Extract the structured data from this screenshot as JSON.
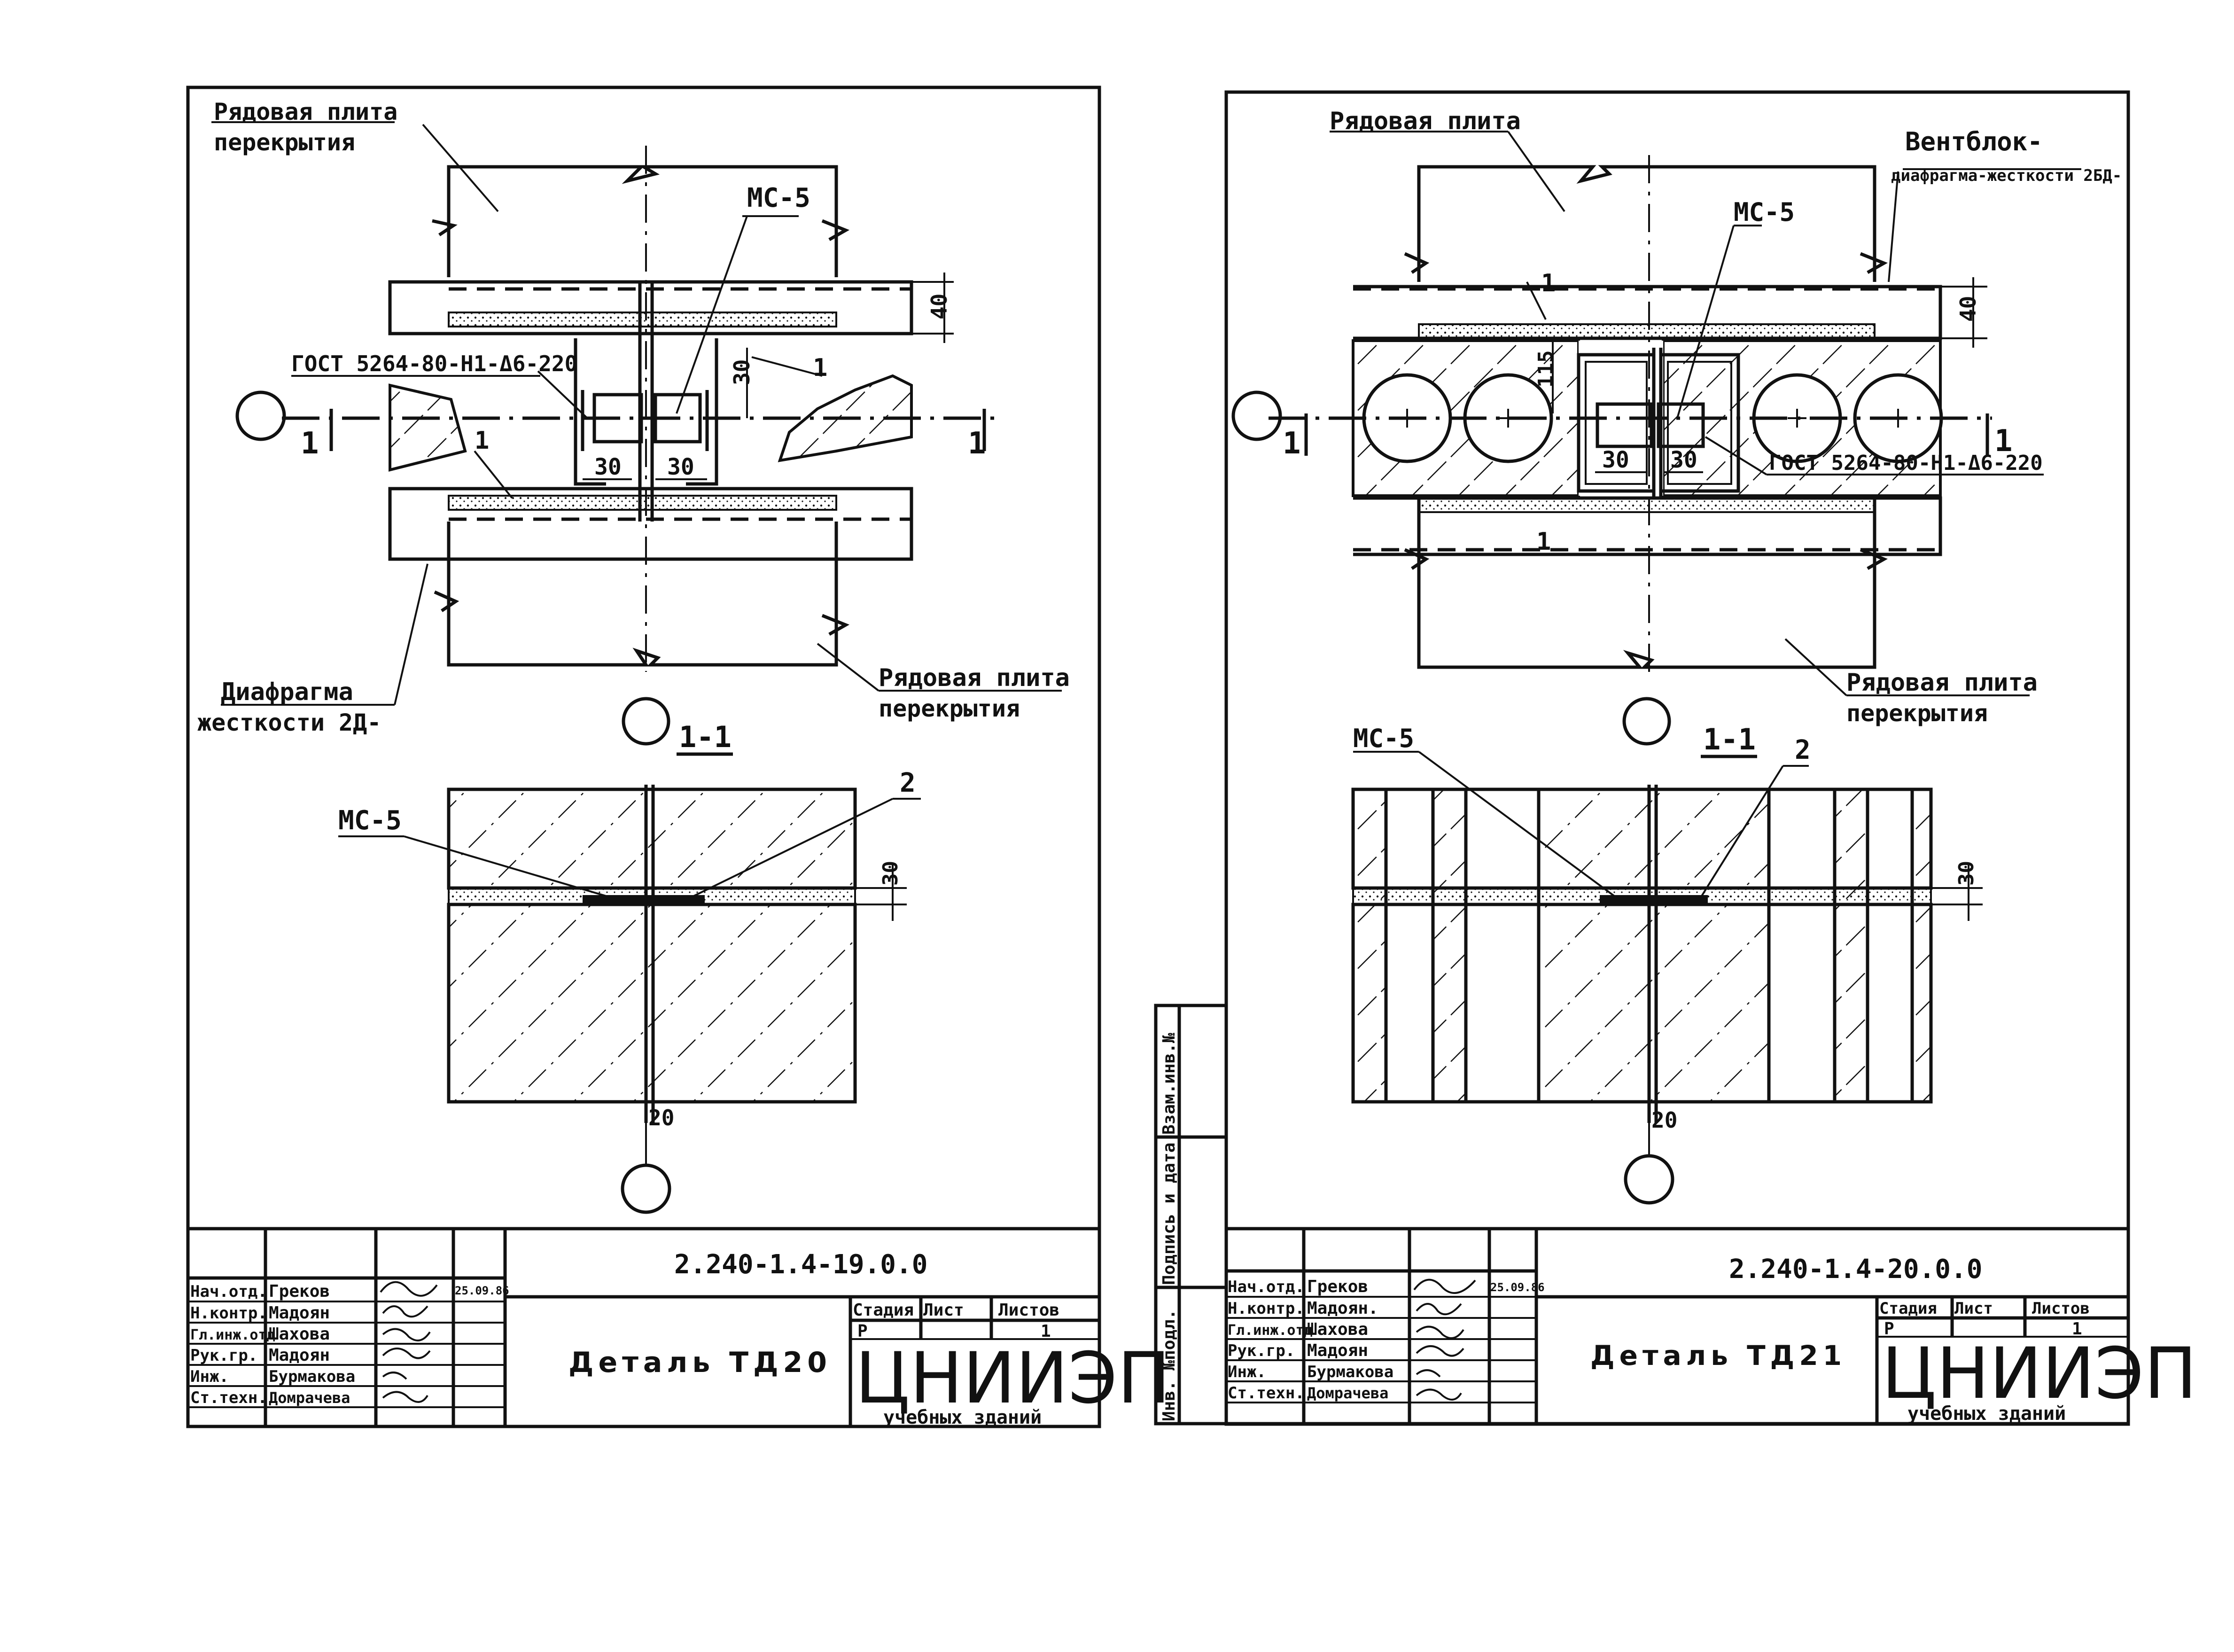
{
  "sheets": [
    {
      "labels": {
        "slab_top": [
          "Рядовая плита",
          "перекрытия"
        ],
        "slab_bottom": [
          "Рядовая плита",
          "перекрытия"
        ],
        "diaphragm": [
          "Диафрагма",
          "жесткости 2Д-"
        ],
        "mc5_plan": "МС-5",
        "mc5_section": "МС-5",
        "gost": "ГОСТ 5264-80-Н1-Δ6-220",
        "section_title": "1-1",
        "axis_mark": "1",
        "dim_40": "40",
        "dim_30": "30",
        "dim_30a": "30",
        "dim_30b": "30",
        "dim_30s": "30",
        "dim_20": "20",
        "call_1a": "1",
        "call_1b": "1",
        "call_2": "2"
      },
      "title_block": {
        "doc_code": "2.240-1.4-19.0.0",
        "detail": "Деталь ТД20",
        "stage_hdr": "Стадия",
        "sheet_hdr": "Лист",
        "sheets_hdr": "Листов",
        "stage": "Р",
        "sheets": "1",
        "org": "ЦНИИЭП",
        "org_sub": "учебных зданий",
        "date": "25.09.86",
        "roles": [
          "Нач.отд.",
          "Н.контр.",
          "Гл.инж.отд",
          "Рук.гр.",
          "Инж.",
          "Ст.техн."
        ],
        "names": [
          "Греков",
          "Мадоян",
          "Шахова",
          "Мадоян",
          "Бурмакова",
          "Домрачева"
        ]
      }
    },
    {
      "labels": {
        "slab_top": "Рядовая плита",
        "slab_bottom": [
          "Рядовая плита",
          "перекрытия"
        ],
        "ventblock": [
          "Вентблок-",
          "диафрагма-жесткости 2БД-"
        ],
        "mc5_plan": "МС-5",
        "mc5_section": "МС-5",
        "gost": "ГОСТ 5264-80-Н1-Δ6-220",
        "section_title": "1-1",
        "axis_mark": "1",
        "dim_40": "40",
        "dim_115": "115",
        "dim_30a": "30",
        "dim_30b": "30",
        "dim_30s": "30",
        "dim_20": "20",
        "call_1a": "1",
        "call_1b": "1",
        "call_2": "2"
      },
      "title_block": {
        "doc_code": "2.240-1.4-20.0.0",
        "detail": "Деталь ТД21",
        "stage_hdr": "Стадия",
        "sheet_hdr": "Лист",
        "sheets_hdr": "Листов",
        "stage": "Р",
        "sheets": "1",
        "org": "ЦНИИЭП",
        "org_sub": "учебных зданий",
        "date": "25.09.86",
        "roles": [
          "Нач.отд.",
          "Н.контр.",
          "Гл.инж.отд",
          "Рук.гр.",
          "Инж.",
          "Ст.техн."
        ],
        "names": [
          "Греков",
          "Мадоян.",
          "Шахова",
          "Мадоян",
          "Бурмакова",
          "Домрачева"
        ]
      },
      "side_stamp": [
        "Инв. №подл.",
        "Подпись и дата",
        "Взам.инв.№"
      ]
    }
  ]
}
